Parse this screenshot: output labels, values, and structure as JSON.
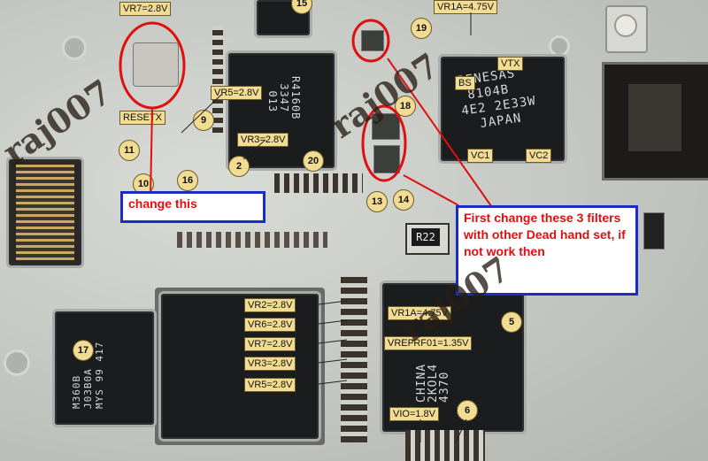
{
  "labels": {
    "vr7_top": "VR7=2.8V",
    "vr1a_top": "VR1A=4.75V",
    "vr5_mid": "VR5=2.8V",
    "vr3_mid": "VR3=2.8V",
    "reset": "RESETX",
    "vtx": "VTX",
    "bs": "BS",
    "vc1": "VC1",
    "vc2": "VC2",
    "vr2_low": "VR2=2.8V",
    "vr6_low": "VR6=2.8V",
    "vr7_low": "VR7=2.8V",
    "vr3_low": "VR3=2.8V",
    "vr5_low": "VR5=2.8V",
    "vr1a_low": "VR1A=4.75V",
    "vreffr": "VREFRF01=1.35V",
    "vio": "VIO=1.8V"
  },
  "numbers": {
    "n2": "2",
    "n5": "5",
    "n6": "6",
    "n9": "9",
    "n10": "10",
    "n11": "11",
    "n13": "13",
    "n14": "14",
    "n15": "15",
    "n16": "16",
    "n17": "17",
    "n18": "18",
    "n19": "19",
    "n20": "20"
  },
  "notes": {
    "change_this": "change this",
    "first_change": "First change these 3 filters with other Dead hand set, if not work then"
  },
  "chips": {
    "renesas": "RENESAS\n 8104B\n4E2 2E33W\n  JAPAN",
    "rf": "R4160B\n 3347\n  013",
    "stm": "M360B\nJ03B0A\nMYS 99 417",
    "ic_low": "CHINA\n2KOL4\n4370",
    "r22": "R22"
  },
  "watermarks": [
    "raj007",
    "raj007",
    "raj007"
  ],
  "colors": {
    "highlight_ring": "#e01010",
    "note_border": "#1a2cc4",
    "label_bg": "#f2dc92"
  }
}
